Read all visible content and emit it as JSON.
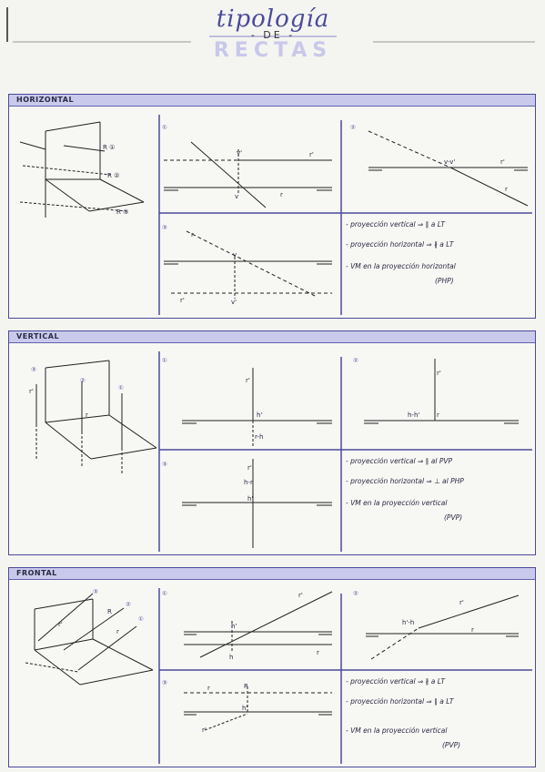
{
  "title": {
    "line1": "tipología",
    "line2": "- DE -",
    "line3": "RECTAS"
  },
  "sections": [
    {
      "label": "HORIZONTAL",
      "notes": [
        "- proyección vertical ⇒ ∥ a LT",
        "- proyección horizontal ⇒ ∦ a LT",
        "- VM en la proyección horizontal",
        "(PHP)"
      ],
      "labels": {
        "r1": "R ①",
        "r2": "R ②",
        "r3": "R ③",
        "p1": "①",
        "p2": "②",
        "p3": "③",
        "rp": "r'",
        "r": "r",
        "v": "v",
        "vp": "v'",
        "vvp": "v-v'"
      }
    },
    {
      "label": "VERTICAL",
      "notes": [
        "- proyección vertical ⇒ ∥ al PVP",
        "- proyección horizontal ⇒ ⊥ al PHP",
        "- VM en la proyección vertical",
        "(PVP)"
      ],
      "labels": {
        "p1": "①",
        "p2": "②",
        "p3": "③",
        "rp": "r'",
        "r": "r",
        "hp": "h'",
        "rh": "r-h",
        "hhp": "h-h'",
        "hr": "h-r"
      }
    },
    {
      "label": "FRONTAL",
      "notes": [
        "- proyección vertical ⇒ ∦ a LT",
        "- proyección horizontal ⇒ ∥ a LT",
        "- VM en la proyección vertical",
        "(PVP)"
      ],
      "labels": {
        "p1": "①",
        "p2": "②",
        "p3": "③",
        "rp": "r'",
        "r": "r",
        "hp": "h'",
        "h": "h",
        "hph": "h'-h",
        "R": "R"
      }
    }
  ]
}
